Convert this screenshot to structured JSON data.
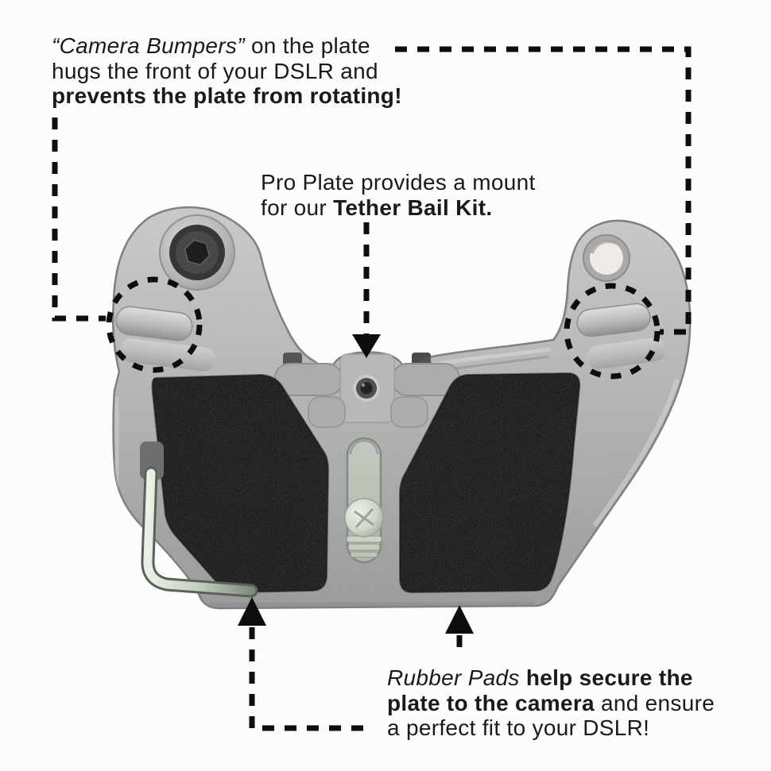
{
  "annotations": {
    "camera_bumpers": {
      "line1_italic": "“Camera Bumpers”",
      "line1_rest": " on the plate",
      "line2": "hugs the front of your DSLR and",
      "line3_bold": "prevents the plate from rotating!"
    },
    "pro_plate": {
      "line1": "Pro Plate provides a mount",
      "line2_normal": "for our ",
      "line2_bold": "Tether Bail Kit."
    },
    "rubber_pads": {
      "line1_italic": "Rubber Pads",
      "line1_bold": " help secure the",
      "line2_bold": "plate to the camera",
      "line2_normal": " and ensure",
      "line3": "a perfect fit to your DSLR!"
    }
  },
  "colors": {
    "background": "#fcfcfc",
    "text": "#1a1a1a",
    "annotation_lines": "#0d0d0d",
    "plate_light": "#d2d2d2",
    "plate_mid": "#b2b2b2",
    "plate_dark": "#909090",
    "pad": "#161616",
    "bolt_dark": "#262626",
    "strap_hole": "#f6f3ee",
    "key_metal": "#c6d0c3",
    "screw_metal": "#dfe4da"
  }
}
